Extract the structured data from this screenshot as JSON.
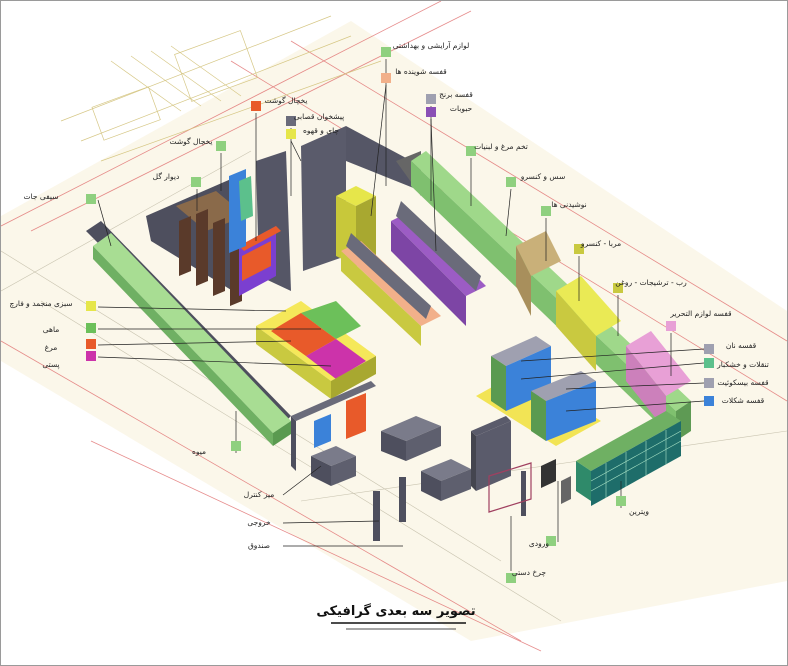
{
  "labels": {
    "cosmetics": "لوازم آرایشی و بهداشتی",
    "detergents": "قفسه شوینده ها",
    "rice": "قفسه برنج",
    "grains": "حبوبات",
    "eggs_dairy": "تخم مرغ و لبنیات",
    "sauce": "سس و کنسرو",
    "drinks": "نوشیدنی ها",
    "jam": "مربا - کنسرو",
    "pickles": "رب - ترشیجات - روغن",
    "stationery": "قفسه لوازم التحریر",
    "bread": "قفسه نان",
    "nuts": "تنقلات و خشکبار",
    "biscuit": "قفسه بیسکوئیت",
    "chocolate": "قفسه شکلات",
    "showcase": "ویترین",
    "entrance": "ورودی",
    "turnstile": "چرخ دستی",
    "cashier_table": "میز کنترل",
    "exit": "خروجی",
    "cashbox": "صندوق",
    "fruit": "میوه",
    "pastry": "پستی",
    "chicken": "مرغ",
    "fish": "ماهی",
    "vegetables": "سبزی منجمد و فارچ",
    "frozen": "سیفی جات",
    "dressing_wall": "دیوار گل",
    "meat_fridge": "یخچال گوشت",
    "meat_fridge2": "یخچال گوشت",
    "food_shelf": "پیشخوان قصابی",
    "tea_coffee": "چای و قهوه"
  },
  "caption": "تصویر سه بعدی گرافیکی",
  "colors": {
    "wall": "#5d5e6e",
    "wall_side": "#43444f",
    "green": "#8fd07f",
    "green_side": "#6fb063",
    "yellow": "#e6e64a",
    "magenta": "#cc33aa",
    "orange": "#e85a2a",
    "purple": "#8a4fb5",
    "blue": "#3b82d9",
    "khaki": "#b8a070",
    "peach": "#f2b08a",
    "teal": "#1e7d7a"
  }
}
